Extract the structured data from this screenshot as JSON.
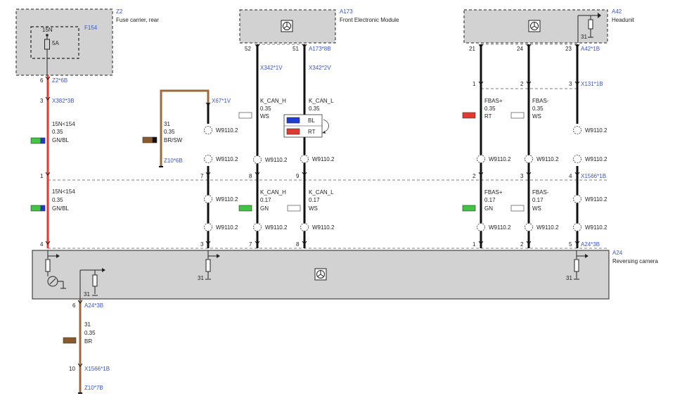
{
  "components": {
    "z2": {
      "code": "Z2",
      "name": "Fuse carrier, rear"
    },
    "f154": {
      "code": "F154",
      "rating": "5A",
      "terminal": "15N"
    },
    "a173": {
      "code": "A173",
      "name": "Front Electronic Module"
    },
    "a42": {
      "code": "A42",
      "name": "Headunit",
      "ground_label": "31"
    },
    "a24": {
      "code": "A24",
      "name": "Reversing camera",
      "ground_labels": [
        "31",
        "31",
        "31"
      ]
    }
  },
  "connectors": {
    "z2_6b": "Z2*6B",
    "x382_3b": "X382*3B",
    "x67_1v": "X67*1V",
    "z10_6b": "Z10*6B",
    "x342_1v": "X342*1V",
    "x342_2v": "X342*2V",
    "a173_8b": "A173*8B",
    "a42_1b": "A42*1B",
    "x131_1b": "X131*1B",
    "x1566_1b_top": "X1566*1B",
    "a24_3b_right": "A24*3B",
    "a24_3b_left": "A24*3B",
    "x1566_1b_bottom": "X1566*1B",
    "z10_7b": "Z10*7B"
  },
  "pins": {
    "z2_6": "6",
    "x382_3": "3",
    "x1566_1": "1",
    "a24_4": "4",
    "x1566_7": "7",
    "a24_3": "3",
    "a173_52": "52",
    "a173_51": "51",
    "x1566_8": "8",
    "x1566_9": "9",
    "a24_7": "7",
    "a24_8": "8",
    "a42_21": "21",
    "a42_24": "24",
    "a42_23": "23",
    "x131_1": "1",
    "x131_2": "2",
    "x131_3": "3",
    "x1566_2": "2",
    "x1566_3": "3",
    "x1566_4": "4",
    "a24_1": "1",
    "a24_2": "2",
    "a24_5": "5",
    "a24_6": "6",
    "x1566b_10": "10"
  },
  "wires": {
    "w15n_top": {
      "signal": "15N<154",
      "size": "0.35",
      "color": "GN/BL"
    },
    "w15n_bottom": {
      "signal": "15N<154",
      "size": "0.35",
      "color": "GN/BL"
    },
    "w31_ground": {
      "signal": "31",
      "size": "0.35",
      "color": "BR/SW"
    },
    "kcanh_top": {
      "signal": "K_CAN_H",
      "size": "0.35",
      "color": "WS"
    },
    "kcanl_top": {
      "signal": "K_CAN_L",
      "size": "0.35",
      "color": ""
    },
    "kcanh_bottom": {
      "signal": "K_CAN_H",
      "size": "0.17",
      "color": "GN"
    },
    "kcanl_bottom": {
      "signal": "K_CAN_L",
      "size": "0.17",
      "color": "WS"
    },
    "fbas_p_top": {
      "signal": "FBAS+",
      "size": "0.35",
      "color": "RT"
    },
    "fbas_m_top": {
      "signal": "FBAS-",
      "size": "0.35",
      "color": "WS"
    },
    "fbas_p_bottom": {
      "signal": "FBAS+",
      "size": "0.17",
      "color": "GN"
    },
    "fbas_m_bottom": {
      "signal": "FBAS-",
      "size": "0.17",
      "color": "WS"
    },
    "w31_camera": {
      "signal": "31",
      "size": "0.35",
      "color": "BR"
    },
    "alt_colors": [
      "BL",
      "RT"
    ]
  },
  "splices": {
    "label": "W9110.2"
  },
  "colors": {
    "red_wire": "#e3392f",
    "brown_wire": "#9b6b3c",
    "black_wire": "#111111",
    "box_fill": "#d2d2d2",
    "chip_green": "#3fc443",
    "chip_blue": "#1f3bd6",
    "chip_red": "#e3392f",
    "chip_brown": "#8b5a2b",
    "chip_white": "#ffffff",
    "ref_text": "#3b55c9"
  },
  "icons": {
    "module_symbol": "steering-wheel-icon",
    "ground_symbol": "ground-arrow-icon"
  }
}
